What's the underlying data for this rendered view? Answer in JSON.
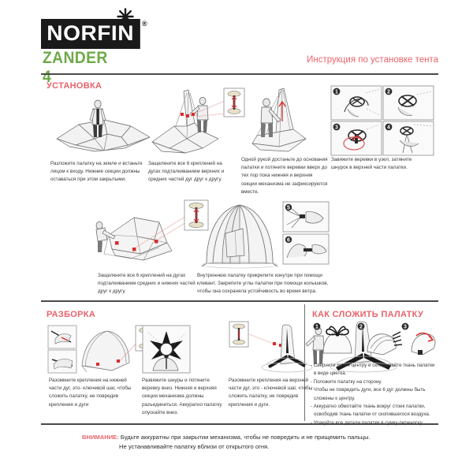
{
  "brand": {
    "logo_text": "NORFIN",
    "registered_mark": "®",
    "model": "ZANDER 4",
    "snowflake_icon": "snowflake-icon",
    "green": "#6faa4a",
    "black": "#1a1a1a"
  },
  "header": {
    "title": "Инструкция по установке тента",
    "accent": "#e8636b"
  },
  "sections": {
    "install": "УСТАНОВКА",
    "disassembly": "РАЗБОРКА",
    "folding": "КАК СЛОЖИТЬ ПАЛАТКУ"
  },
  "install_steps": [
    {
      "id": "step-1",
      "caption": "Разложите палатку на земле и встаньте лицом к входу. Нижние секции должны оставаться при этом закрытыми."
    },
    {
      "id": "step-2",
      "caption": "Защелкните все 6 креплений на дугах подталкиванием верхних и средних частей дуг друг к другу."
    },
    {
      "id": "step-3",
      "caption": "Одной рукой достаньте до основания палатки и потяните веревки вверх до тех пор пока нижняя и верхняя секции механизма не зафиксируются вместе."
    },
    {
      "id": "step-4",
      "caption": "Завяжите веревки в узел, затяните шнурок в верхней части палатки."
    },
    {
      "id": "step-5",
      "caption": "Защелкните все 6 креплений на дугах подталкиванием средних и нижних частей друг к другу."
    },
    {
      "id": "step-6",
      "caption": "Внутреннюю палатку прикрепите изнутри при помощи клевант. Закрепите углы палатки при помощи колышков, чтобы она сохраняла устойчивость во время ветра."
    }
  ],
  "disassembly_steps": [
    {
      "id": "dstep-1",
      "caption": "Разомкните крепления на нижней части дуг, это- ключевой шаг, чтобы сложить палатку, не повредив крепления и дуги"
    },
    {
      "id": "dstep-2",
      "caption": "Развяжите шнуры и потяните веревку вниз. Нижняя и верхняя секции механизма должны разъединиться. Аккуратно палатку опускайте вниз."
    },
    {
      "id": "dstep-3",
      "caption": "Разомкните крепления на верхней части дуг, это - ключевой шаг, чтобы сложить палатку, не повредив крепления и дуги."
    }
  ],
  "fold_badges": [
    "1",
    "2",
    "3"
  ],
  "fold_notes": [
    "- Сверните дуги к центру и складывайте ткань палатки в виде цветка.",
    "- Положите палатку на сторону.",
    "- Чтобы не повредить дуги, все 6 дуг должны быть сложены к центру.",
    "- Аккуратно обмотайте ткань вокруг стоек палатки, освободив ткань палатки от скопившегося воздуха.",
    "- Упакуйте все детали палатки в сумку-переноску."
  ],
  "detail_badges": {
    "grid_top_right": [
      "1",
      "2",
      "3",
      "4"
    ],
    "stack_middle": [
      "5",
      "6"
    ]
  },
  "warning": {
    "label": "ВНИМАНИЕ:",
    "line1": "Будьте аккуратны при закрытии механизма, чтобы не повредить и не прищемить пальцы.",
    "line2": "Не устанавливайте палатку вблизи от открытого огня."
  }
}
